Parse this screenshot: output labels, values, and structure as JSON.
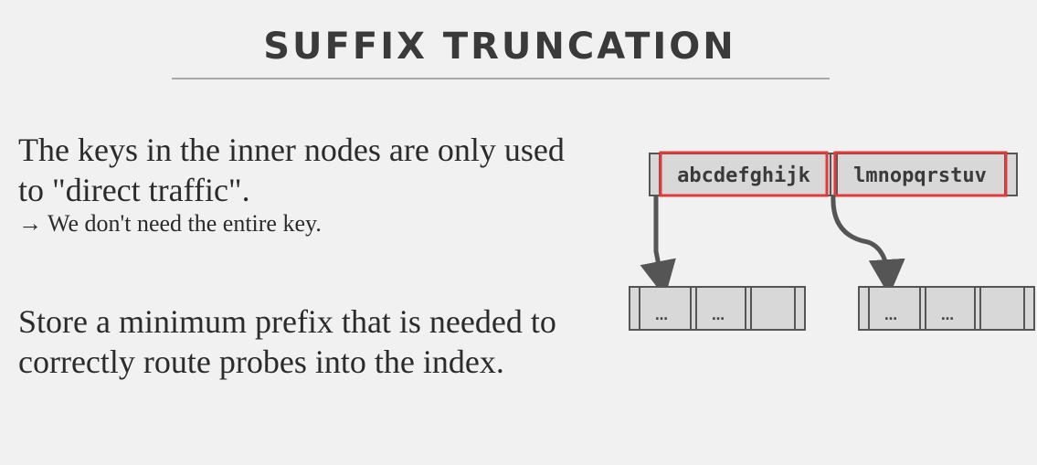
{
  "slide": {
    "title": "SUFFIX TRUNCATION",
    "paragraph1": "The keys in the inner nodes are only used to \"direct traffic\".",
    "bullet_arrow": "→",
    "bullet_text": "We don't need the entire key.",
    "paragraph2": "Store a minimum prefix that is needed to correctly route probes into the index."
  },
  "diagram": {
    "inner_keys": [
      "abcdefghijk",
      "lmnopqrstuv"
    ],
    "leaf_left_cells": [
      "…",
      "…",
      ""
    ],
    "leaf_right_cells": [
      "…",
      "…",
      ""
    ],
    "highlight_color": "#e03a3a",
    "cell_fill": "#d8d8d8",
    "border_color": "#555555"
  }
}
